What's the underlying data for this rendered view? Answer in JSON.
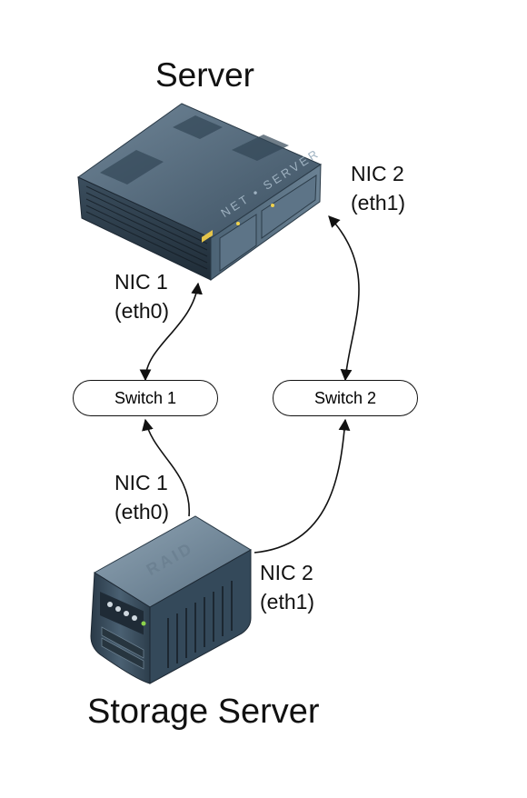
{
  "server": {
    "title": "Server",
    "device_label": "NET • SERVER"
  },
  "storage": {
    "title": "Storage Server",
    "device_label": "RAID"
  },
  "switches": [
    {
      "label": "Switch 1"
    },
    {
      "label": "Switch 2"
    }
  ],
  "nics": {
    "server_nic1": {
      "name": "NIC 1",
      "iface": "(eth0)"
    },
    "server_nic2": {
      "name": "NIC 2",
      "iface": "(eth1)"
    },
    "storage_nic1": {
      "name": "NIC 1",
      "iface": "(eth0)"
    },
    "storage_nic2": {
      "name": "NIC 2",
      "iface": "(eth1)"
    }
  },
  "colors": {
    "device_dark": "#2d3f4f",
    "device_mid": "#4f6679",
    "device_light": "#7f95a6",
    "line": "#111111"
  }
}
